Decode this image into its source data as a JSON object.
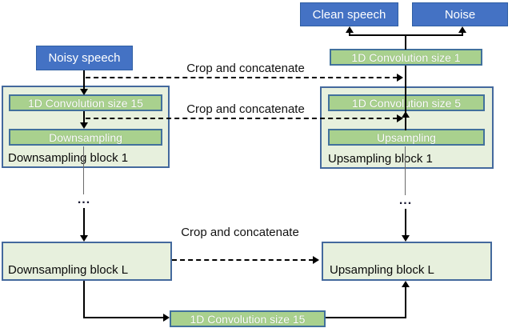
{
  "nodes": {
    "clean_speech": "Clean speech",
    "noise": "Noise",
    "noisy_speech": "Noisy speech",
    "output_conv": "1D Convolution size 1",
    "down1": {
      "conv": "1D Convolution size 15",
      "op": "Downsampling",
      "label": "Downsampling block 1"
    },
    "up1": {
      "conv": "1D Convolution size 5",
      "op": "Upsampling",
      "label": "Upsampling block 1"
    },
    "downL": {
      "label": "Downsampling block L"
    },
    "upL": {
      "label": "Upsampling block L"
    },
    "bottleneck_conv": "1D Convolution size 15"
  },
  "edges": {
    "skip1": "Crop and concatenate",
    "skip2": "Crop and concatenate",
    "skip3": "Crop and concatenate",
    "ellipsis_left": "...",
    "ellipsis_right": "..."
  },
  "colors": {
    "blue_box": "#4472C4",
    "green_box": "#A9D18E",
    "green_box_border": "#41719C",
    "container_fill": "#E7F0DD",
    "container_border": "#44699D",
    "arrow": "#000000"
  }
}
